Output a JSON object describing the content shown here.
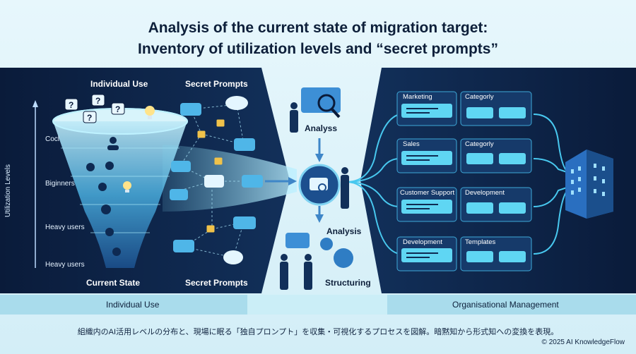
{
  "title": {
    "line1": "Analysis of the current state of migration target:",
    "line2": "Inventory of utilization levels and “secret prompts”"
  },
  "left_panel": {
    "heading_funnel": "Individual Use",
    "heading_prompts_top": "Secret Prompts",
    "heading_prompts_bottom": "Secret Prompts",
    "current_state": "Current State",
    "axis_title": "Utilization Levels",
    "levels": [
      "Cocl",
      "Biginners",
      "Heavy users",
      "Heavy users"
    ]
  },
  "center": {
    "analyss_label": "Analyss",
    "analysis_label": "Analysis",
    "structuring_label": "Structuring"
  },
  "right_panel": {
    "groups": [
      {
        "left": "Marketing",
        "right": "Categorly"
      },
      {
        "left": "Sales",
        "right": "Categorly"
      },
      {
        "left": "Customer Support",
        "right": "Development"
      },
      {
        "left": "Development",
        "right": "Templates"
      }
    ]
  },
  "bands": {
    "left": "Individual Use",
    "right": "Organisational Management"
  },
  "footer": {
    "description": "組織内のAI活用レベルの分布と、現場に眠る「独自プロンプト」を収集・可視化するプロセスを図解。暗黙知から形式知への変換を表現。",
    "copyright": "© 2025 AI KnowledgeFlow"
  },
  "colors": {
    "navy": "#0b1e3f",
    "accent": "#39c6e6",
    "band": "#a9dcec"
  },
  "icons": [
    "question-icon",
    "user-icon",
    "gear-icon",
    "lightbulb-icon",
    "lock-icon",
    "chat-bubble-icon",
    "magnifier-icon",
    "building-icon",
    "person-icon"
  ]
}
